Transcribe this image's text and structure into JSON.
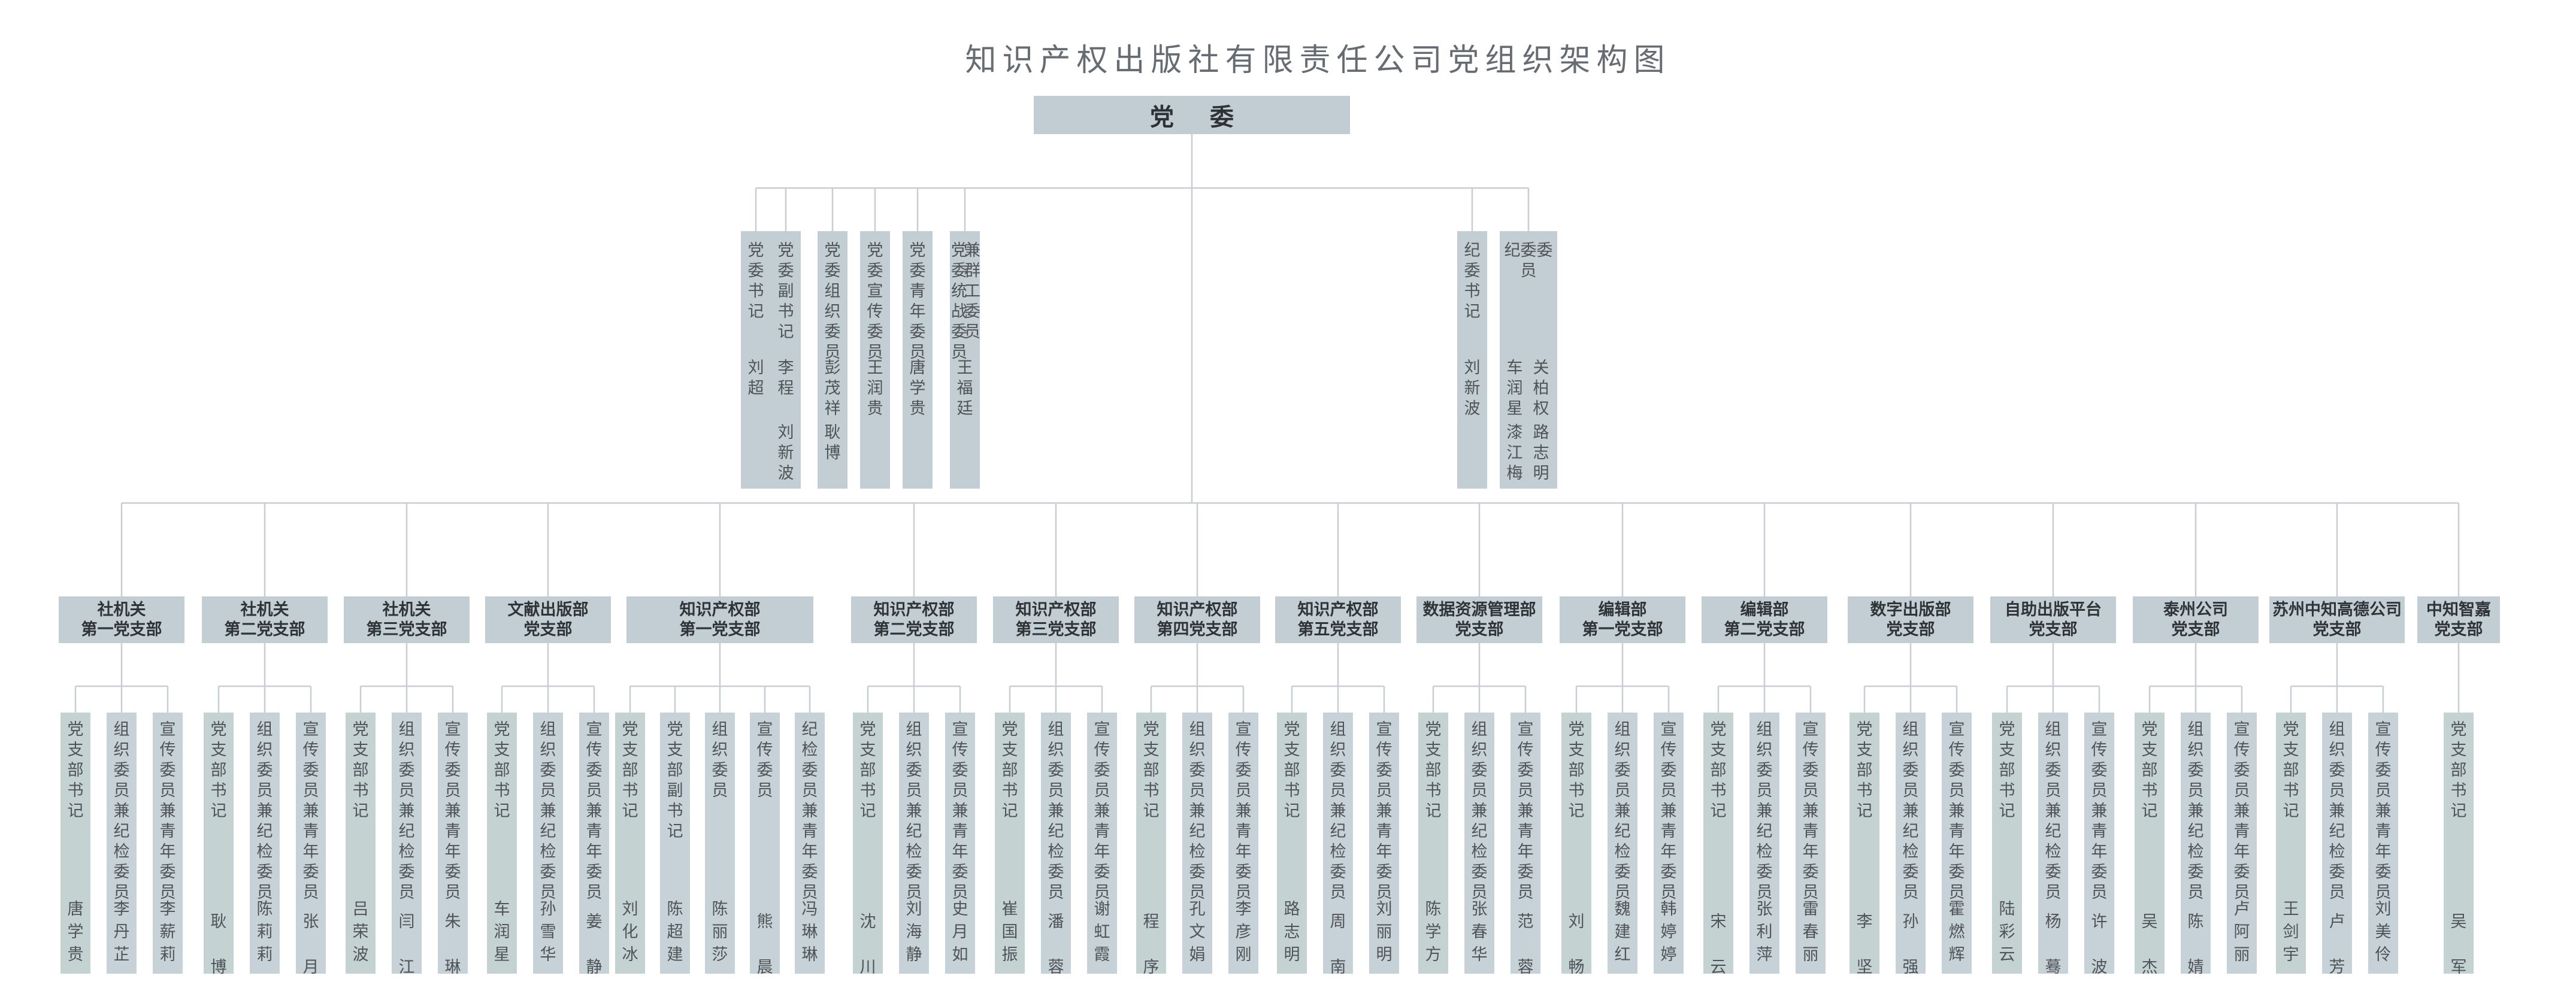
{
  "title": "知识产权出版社有限责任公司党组织架构图",
  "root": "党委",
  "committee_left": [
    {
      "role": "党委书记",
      "names": [
        "刘超"
      ]
    },
    {
      "role": "党委副书记",
      "names": [
        "李程"
      ],
      "extra": "刘新波"
    },
    {
      "role": "党委组织委员",
      "names": [
        "彭茂祥"
      ],
      "extra": "耿博"
    },
    {
      "role": "党委宣传委员",
      "names": [
        "王润贵"
      ]
    },
    {
      "role": "党委青年委员",
      "names": [
        "唐学贵"
      ]
    },
    {
      "role": "党委统战委员",
      "role2": "兼群工委员",
      "names": [
        "王福廷"
      ]
    }
  ],
  "committee_right": [
    {
      "role": "纪委书记",
      "names": [
        "刘新波"
      ]
    },
    {
      "role": "纪委委员",
      "cols": [
        [
          "车润星",
          "漆江梅"
        ],
        [
          "关柏权",
          "路志明"
        ]
      ]
    }
  ],
  "branches": [
    {
      "name": [
        "社机关",
        "第一党支部"
      ],
      "members": [
        {
          "role": "党支部书记",
          "name": "唐学贵"
        },
        {
          "role": "组织委员兼纪检委员",
          "name": "李丹芷"
        },
        {
          "role": "宣传委员兼青年委员",
          "name": "李薪莉"
        }
      ]
    },
    {
      "name": [
        "社机关",
        "第二党支部"
      ],
      "members": [
        {
          "role": "党支部书记",
          "name": "耿博"
        },
        {
          "role": "组织委员兼纪检委员",
          "name": "陈莉莉"
        },
        {
          "role": "宣传委员兼青年委员",
          "name": "张月"
        }
      ]
    },
    {
      "name": [
        "社机关",
        "第三党支部"
      ],
      "members": [
        {
          "role": "党支部书记",
          "name": "吕荣波"
        },
        {
          "role": "组织委员兼纪检委员",
          "name": "闫江"
        },
        {
          "role": "宣传委员兼青年委员",
          "name": "朱琳"
        }
      ]
    },
    {
      "name": [
        "文献出版部",
        "党支部"
      ],
      "members": [
        {
          "role": "党支部书记",
          "name": "车润星"
        },
        {
          "role": "组织委员兼纪检委员",
          "name": "孙雪华"
        },
        {
          "role": "宣传委员兼青年委员",
          "name": "姜静"
        }
      ]
    },
    {
      "name": [
        "知识产权部",
        "第一党支部"
      ],
      "members": [
        {
          "role": "党支部书记",
          "name": "刘化冰"
        },
        {
          "role": "党支部副书记",
          "name": "陈超建"
        },
        {
          "role": "组织委员",
          "name": "陈丽莎"
        },
        {
          "role": "宣传委员",
          "name": "熊晨"
        },
        {
          "role": "纪检委员兼青年委员",
          "name": "冯琳琳"
        }
      ]
    },
    {
      "name": [
        "知识产权部",
        "第二党支部"
      ],
      "members": [
        {
          "role": "党支部书记",
          "name": "沈川"
        },
        {
          "role": "组织委员兼纪检委员",
          "name": "刘海静"
        },
        {
          "role": "宣传委员兼青年委员",
          "name": "史月如"
        }
      ]
    },
    {
      "name": [
        "知识产权部",
        "第三党支部"
      ],
      "members": [
        {
          "role": "党支部书记",
          "name": "崔国振"
        },
        {
          "role": "组织委员兼纪检委员",
          "name": "潘蓉"
        },
        {
          "role": "宣传委员兼青年委员",
          "name": "谢虹霞"
        }
      ]
    },
    {
      "name": [
        "知识产权部",
        "第四党支部"
      ],
      "members": [
        {
          "role": "党支部书记",
          "name": "程序"
        },
        {
          "role": "组织委员兼纪检委员",
          "name": "孔文娟"
        },
        {
          "role": "宣传委员兼青年委员",
          "name": "李彦刚"
        }
      ]
    },
    {
      "name": [
        "知识产权部",
        "第五党支部"
      ],
      "members": [
        {
          "role": "党支部书记",
          "name": "路志明"
        },
        {
          "role": "组织委员兼纪检委员",
          "name": "周南"
        },
        {
          "role": "宣传委员兼青年委员",
          "name": "刘丽明"
        }
      ]
    },
    {
      "name": [
        "数据资源管理部",
        "党支部"
      ],
      "members": [
        {
          "role": "党支部书记",
          "name": "陈学方"
        },
        {
          "role": "组织委员兼纪检委员",
          "name": "张春华"
        },
        {
          "role": "宣传委员兼青年委员",
          "name": "范蓉"
        }
      ]
    },
    {
      "name": [
        "编辑部",
        "第一党支部"
      ],
      "members": [
        {
          "role": "党支部书记",
          "name": "刘畅"
        },
        {
          "role": "组织委员兼纪检委员",
          "name": "魏建红"
        },
        {
          "role": "宣传委员兼青年委员",
          "name": "韩婷婷"
        }
      ]
    },
    {
      "name": [
        "编辑部",
        "第二党支部"
      ],
      "members": [
        {
          "role": "党支部书记",
          "name": "宋云"
        },
        {
          "role": "组织委员兼纪检委员",
          "name": "张利萍"
        },
        {
          "role": "宣传委员兼青年委员",
          "name": "雷春丽"
        }
      ]
    },
    {
      "name": [
        "数字出版部",
        "党支部"
      ],
      "members": [
        {
          "role": "党支部书记",
          "name": "李坚"
        },
        {
          "role": "组织委员兼纪检委员",
          "name": "孙强"
        },
        {
          "role": "宣传委员兼青年委员",
          "name": "霍燃辉"
        }
      ]
    },
    {
      "name": [
        "自助出版平台",
        "党支部"
      ],
      "members": [
        {
          "role": "党支部书记",
          "name": "陆彩云"
        },
        {
          "role": "组织委员兼纪检委员",
          "name": "杨蓦"
        },
        {
          "role": "宣传委员兼青年委员",
          "name": "许波"
        }
      ]
    },
    {
      "name": [
        "泰州公司",
        "党支部"
      ],
      "members": [
        {
          "role": "党支部书记",
          "name": "吴杰"
        },
        {
          "role": "组织委员兼纪检委员",
          "name": "陈婧"
        },
        {
          "role": "宣传委员兼青年委员",
          "name": "卢阿丽"
        }
      ]
    },
    {
      "name": [
        "苏州中知高德公司",
        "党支部"
      ],
      "members": [
        {
          "role": "党支部书记",
          "name": "王剑宇"
        },
        {
          "role": "组织委员兼纪检委员",
          "name": "卢芳"
        },
        {
          "role": "宣传委员兼青年委员",
          "name": "刘美伶"
        }
      ]
    },
    {
      "name": [
        "中知智嘉",
        "党支部"
      ],
      "members": [
        {
          "role": "党支部书记",
          "name": "吴军"
        }
      ]
    }
  ]
}
